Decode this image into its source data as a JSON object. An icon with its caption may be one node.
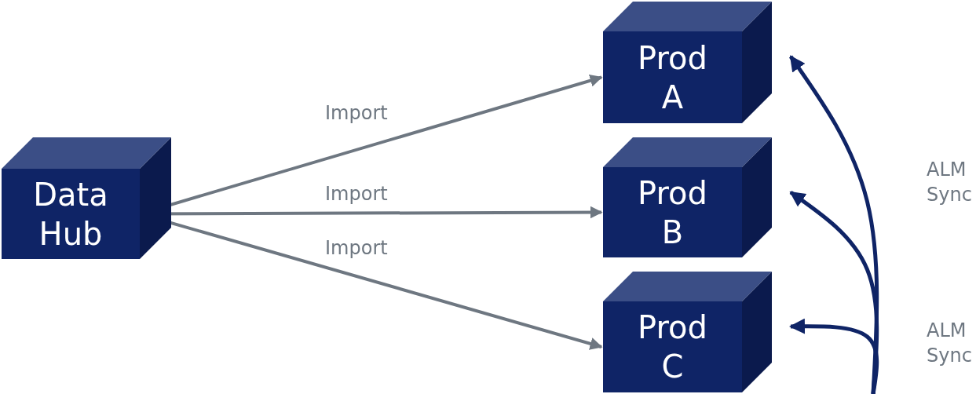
{
  "diagram": {
    "nodes": [
      {
        "text": [
          "Data Hub"
        ]
      },
      {
        "text": [
          "Prod A"
        ]
      },
      {
        "text": [
          "Prod B"
        ]
      },
      {
        "text": [
          "Prod C"
        ]
      }
    ],
    "edges": [
      {
        "from": 0,
        "to": 1,
        "arrow": "to",
        "label": "Import",
        "color": "#6e7781"
      },
      {
        "from": 0,
        "to": 2,
        "arrow": "to",
        "label": "Import",
        "color": "#6e7781"
      },
      {
        "from": 0,
        "to": 3,
        "arrow": "to",
        "label": "Import",
        "color": "#6e7781"
      },
      {
        "from": null,
        "to": 1,
        "arrow": "to",
        "color": "#0f2466"
      },
      {
        "from": null,
        "to": 2,
        "arrow": "to",
        "color": "#0f2466"
      },
      {
        "from": null,
        "to": 3,
        "arrow": "to",
        "color": "#0f2466"
      }
    ],
    "labels": [
      "ALM Sync",
      "ALM Sync"
    ]
  }
}
